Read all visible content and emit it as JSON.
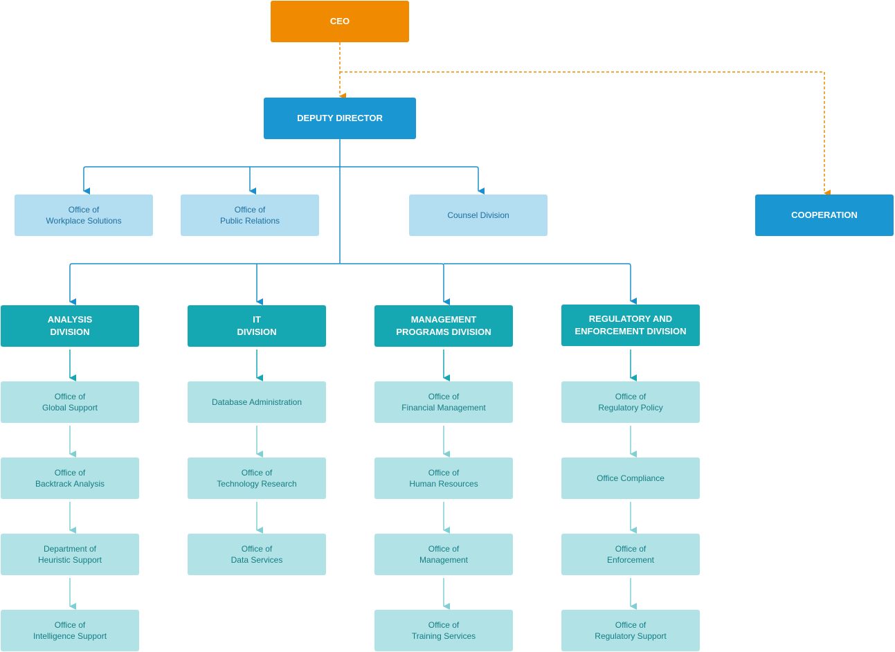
{
  "colors": {
    "ceo": "#f08a00",
    "deputy": "#1a97d3",
    "office_blue": "#b3ddf0",
    "division": "#15a7b2",
    "office_teal": "#b1e3e6",
    "blue_line": "#1a8fcc",
    "teal_line": "#15a7b2",
    "light_teal_line": "#7fcfd4",
    "orange_line": "#f08a00"
  },
  "ceo": {
    "label": "CEO"
  },
  "deputy": {
    "label": "DEPUTY DIRECTOR"
  },
  "cooperation": {
    "label": "COOPERATION"
  },
  "offices": [
    {
      "label": "Office of\nWorkplace Solutions"
    },
    {
      "label": "Office of\nPublic Relations"
    },
    {
      "label": "Counsel Division"
    }
  ],
  "divisions": [
    {
      "label": "ANALYSIS\nDIVISION",
      "items": [
        {
          "label": "Office of\nGlobal Support"
        },
        {
          "label": "Office of\nBacktrack Analysis"
        },
        {
          "label": "Department of\nHeuristic Support"
        },
        {
          "label": "Office of\nIntelligence Support"
        }
      ]
    },
    {
      "label": "IT\nDIVISION",
      "items": [
        {
          "label": "Database Administration"
        },
        {
          "label": "Office of\nTechnology Research"
        },
        {
          "label": "Office of\nData Services"
        }
      ]
    },
    {
      "label": "MANAGEMENT\nPROGRAMS DIVISION",
      "items": [
        {
          "label": "Office of\nFinancial Management"
        },
        {
          "label": "Office of\nHuman Resources"
        },
        {
          "label": "Office of\nManagement"
        },
        {
          "label": "Office of\nTraining Services"
        }
      ]
    },
    {
      "label": "REGULATORY AND\nENFORCEMENT DIVISION",
      "items": [
        {
          "label": "Office of\nRegulatory Policy"
        },
        {
          "label": "Office Compliance"
        },
        {
          "label": "Office of\nEnforcement"
        },
        {
          "label": "Office of\nRegulatory Support"
        }
      ]
    }
  ]
}
